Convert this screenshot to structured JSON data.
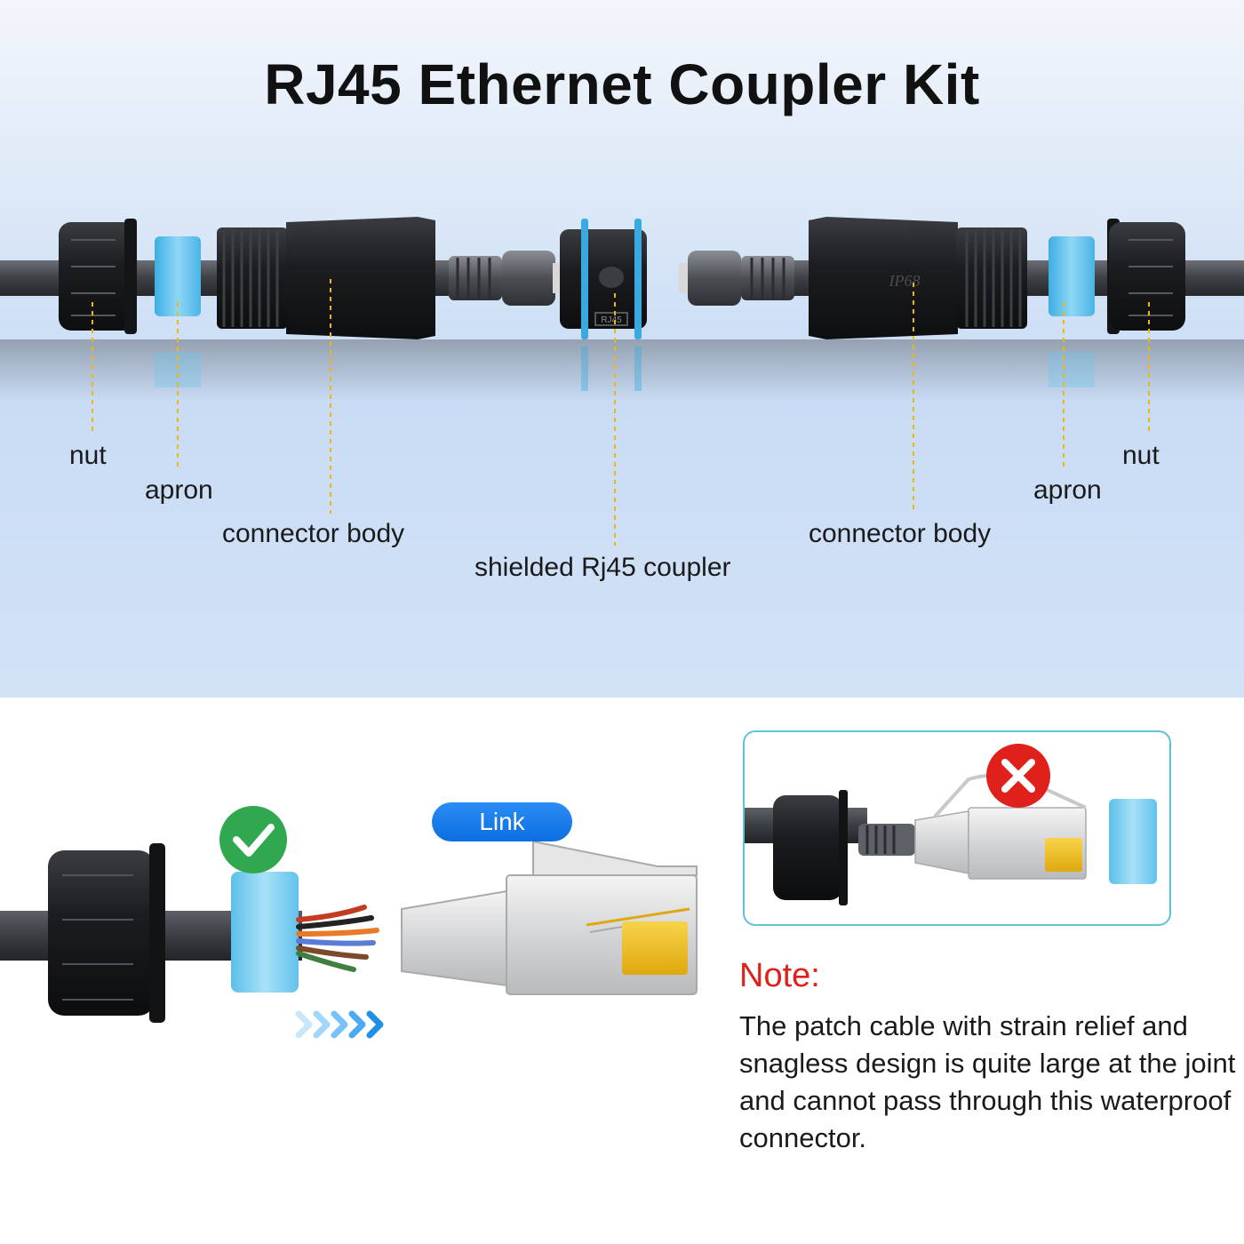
{
  "header": {
    "title": "RJ45 Ethernet Coupler Kit"
  },
  "parts": {
    "nut_left": "nut",
    "apron_left": "apron",
    "connector_body_left": "connector body",
    "coupler": "shielded Rj45 coupler",
    "connector_body_right": "connector body",
    "apron_right": "apron",
    "nut_right": "nut"
  },
  "markings": {
    "coupler": "RJ45",
    "body_right": "IP68"
  },
  "install": {
    "link_label": "Link",
    "check_icon": "check-icon",
    "arrows_icon": "chevrons-right-icon"
  },
  "note": {
    "title": "Note:",
    "body": "The patch cable with strain relief and snagless design is quite large at the joint and cannot pass through this waterproof connector.",
    "cross_icon": "cross-icon"
  },
  "colors": {
    "accent_blue": "#6ec6ee",
    "guide_yellow": "#f2b705",
    "note_red": "#e0201b",
    "check_green": "#2fa84f"
  }
}
